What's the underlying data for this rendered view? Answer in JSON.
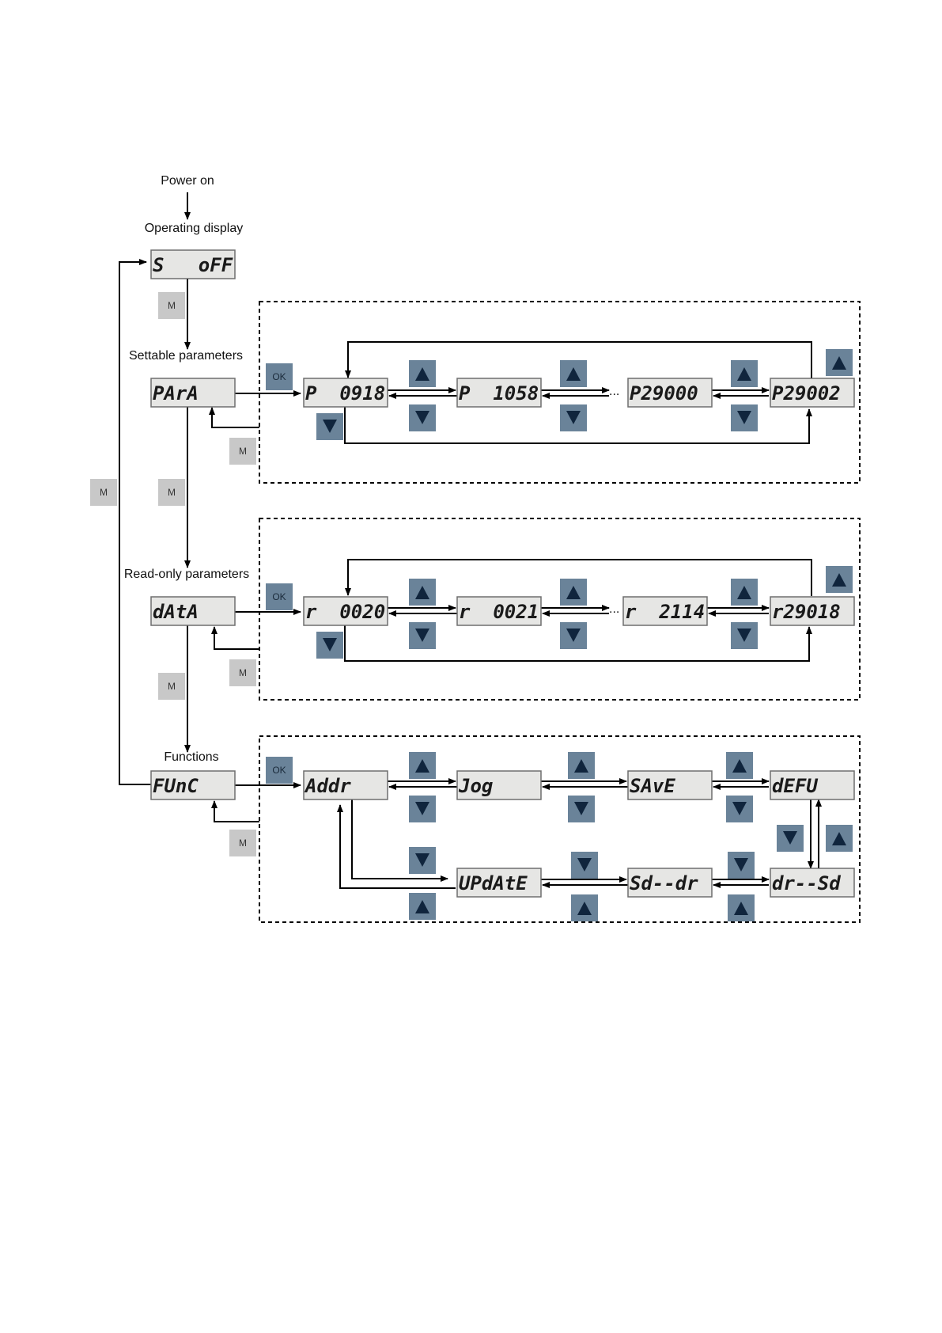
{
  "labels": {
    "power_on": "Power on",
    "operating_display": "Operating display",
    "settable": "Settable parameters",
    "readonly": "Read-only parameters",
    "functions": "Functions"
  },
  "displays": {
    "soff": "S   oFF",
    "para": "PArA",
    "data": "dAtA",
    "func": "FUnC",
    "p0918": "P  0918",
    "p1058": "P  1058",
    "p29000": "P29000",
    "p29002": "P29002",
    "r0020": "r  0020",
    "r0021": "r  0021",
    "r2114": "r  2114",
    "r29018": "r29018",
    "addr": "Addr",
    "jog": "Jog",
    "save": "SAvE",
    "defu": "dEFU",
    "update": "UPdAtE",
    "sddr": "Sd--dr",
    "drsd": "dr--Sd"
  },
  "keys": {
    "m": "M",
    "ok": "OK"
  },
  "ellipsis": "...",
  "colors": {
    "display_bg": "#e6e6e4",
    "key_gray": "#c8c8c8",
    "key_blue": "#6a8399",
    "arrow_tri": "#10253d"
  }
}
